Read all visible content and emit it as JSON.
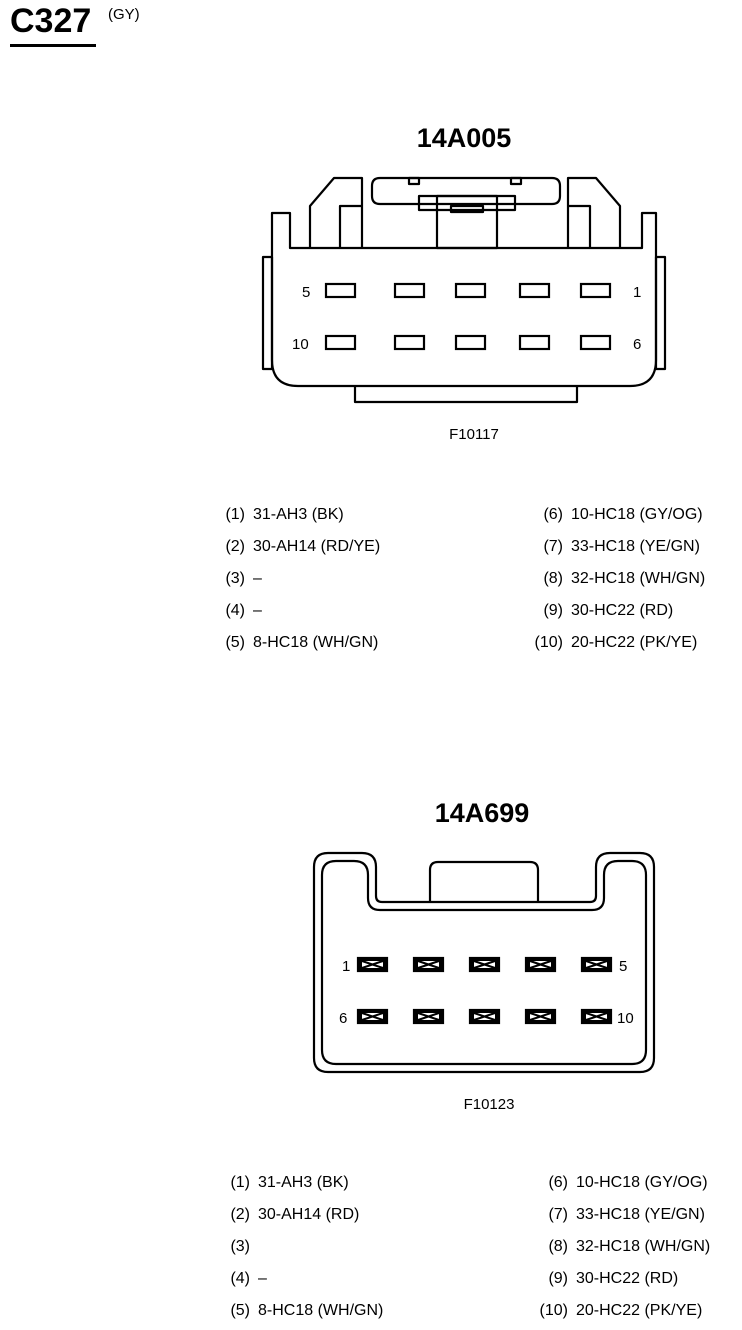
{
  "header": {
    "title": "C327",
    "color_code": "(GY)"
  },
  "connectors": [
    {
      "part": "14A005",
      "figure": "F10117",
      "cavity_labels": {
        "top_left": "5",
        "top_right": "1",
        "bottom_left": "10",
        "bottom_right": "6"
      },
      "pins_left": [
        {
          "num": "(1)",
          "val": "31-AH3 (BK)"
        },
        {
          "num": "(2)",
          "val": "30-AH14 (RD/YE)"
        },
        {
          "num": "(3)",
          "val": "–"
        },
        {
          "num": "(4)",
          "val": "–"
        },
        {
          "num": "(5)",
          "val": "8-HC18 (WH/GN)"
        }
      ],
      "pins_right": [
        {
          "num": "(6)",
          "val": "10-HC18 (GY/OG)"
        },
        {
          "num": "(7)",
          "val": "33-HC18 (YE/GN)"
        },
        {
          "num": "(8)",
          "val": "32-HC18 (WH/GN)"
        },
        {
          "num": "(9)",
          "val": "30-HC22 (RD)"
        },
        {
          "num": "(10)",
          "val": "20-HC22 (PK/YE)"
        }
      ]
    },
    {
      "part": "14A699",
      "figure": "F10123",
      "cavity_labels": {
        "top_left": "1",
        "top_right": "5",
        "bottom_left": "6",
        "bottom_right": "10"
      },
      "pins_left": [
        {
          "num": "(1)",
          "val": "31-AH3 (BK)"
        },
        {
          "num": "(2)",
          "val": "30-AH14 (RD)"
        },
        {
          "num": "(3)",
          "val": ""
        },
        {
          "num": "(4)",
          "val": "–"
        },
        {
          "num": "(5)",
          "val": "8-HC18 (WH/GN)"
        }
      ],
      "pins_right": [
        {
          "num": "(6)",
          "val": "10-HC18 (GY/OG)"
        },
        {
          "num": "(7)",
          "val": "33-HC18 (YE/GN)"
        },
        {
          "num": "(8)",
          "val": "32-HC18 (WH/GN)"
        },
        {
          "num": "(9)",
          "val": "30-HC22 (RD)"
        },
        {
          "num": "(10)",
          "val": "20-HC22 (PK/YE)"
        }
      ]
    }
  ]
}
